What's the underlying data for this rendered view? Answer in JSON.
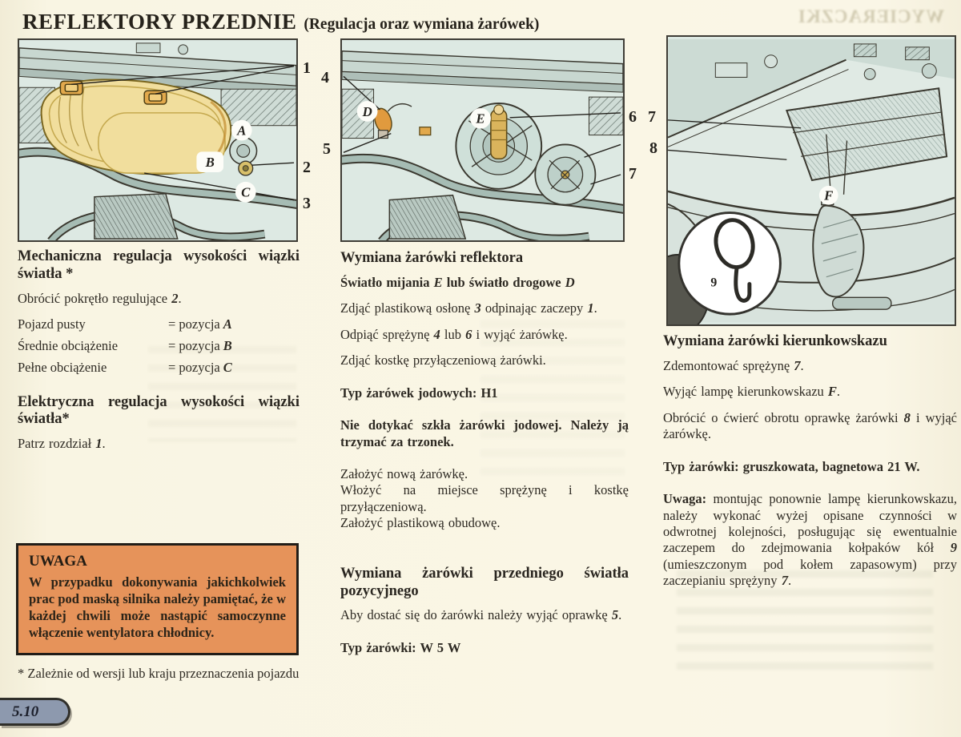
{
  "colors": {
    "paper": "#f9f5e3",
    "panel_bg": "#dde9e3",
    "ink": "#2e2a23",
    "cover_yellow": "#f1de9d",
    "clip_orange": "#e2a94c",
    "warning_orange": "#e6935a",
    "badge_blue": "#8d99ae"
  },
  "header": {
    "title": "REFLEKTORY PRZEDNIE",
    "subtitle": "(Regulacja oraz wymiana żarówek)",
    "ghost_title": "WYCIERACZKI"
  },
  "figures": {
    "fig1": {
      "callout_1": "1",
      "callout_2": "2",
      "callout_3": "3",
      "label_A": "A",
      "label_B": "B",
      "label_C": "C"
    },
    "fig2": {
      "callout_4": "4",
      "callout_5": "5",
      "callout_6": "6",
      "callout_7a": "7",
      "callout_8": "8",
      "callout_7b": "7",
      "label_D": "D",
      "label_E": "E"
    },
    "fig3": {
      "label_F": "F",
      "callout_9": "9"
    }
  },
  "col_left": {
    "heading1": "Mechaniczna regulacja wysokości wiązki światła *",
    "para1": [
      {
        "t": "Obrócić pokrętło regulujące "
      },
      {
        "t": "2",
        "s": "i"
      },
      {
        "t": "."
      }
    ],
    "rows": [
      {
        "label": "Pojazd pusty",
        "eq": "= pozycja",
        "letter": "A"
      },
      {
        "label": "Średnie obciążenie",
        "eq": "= pozycja",
        "letter": "B"
      },
      {
        "label": "Pełne obciążenie",
        "eq": "= pozycja",
        "letter": "C"
      }
    ],
    "heading2": "Elektryczna regulacja wysokości wiązki światła*",
    "para2": [
      {
        "t": "Patrz rozdział "
      },
      {
        "t": "1",
        "s": "i"
      },
      {
        "t": "."
      }
    ]
  },
  "warning_box": {
    "title": "UWAGA",
    "text": "W przypadku dokonywania jakichkolwiek prac pod maską silnika należy pamiętać, że w każdej chwili może nastąpić samoczynne włączenie wentylatora chłodnicy."
  },
  "footnote": "* Zależnie od wersji lub kraju przeznaczenia pojazdu",
  "page_badge": "5.10",
  "col_mid": {
    "heading1": "Wymiana żarówki reflektora",
    "subheading": [
      {
        "t": "Światło mijania "
      },
      {
        "t": "E",
        "s": "i"
      },
      {
        "t": " lub światło drogowe "
      },
      {
        "t": "D",
        "s": "i"
      }
    ],
    "para1": [
      {
        "t": "Zdjąć plastikową osłonę "
      },
      {
        "t": "3",
        "s": "i"
      },
      {
        "t": " odpinając zaczepy "
      },
      {
        "t": "1",
        "s": "i"
      },
      {
        "t": "."
      }
    ],
    "para2": [
      {
        "t": "Odpiąć sprężynę "
      },
      {
        "t": "4",
        "s": "i"
      },
      {
        "t": " lub "
      },
      {
        "t": "6",
        "s": "i"
      },
      {
        "t": " i wyjąć żarówkę."
      }
    ],
    "para3": "Zdjąć kostkę przyłączeniową żarówki.",
    "bold1": "Typ żarówek jodowych: H1",
    "bold2": "Nie dotykać szkła żarówki jodowej. Należy ją trzymać za trzonek.",
    "para4": "Założyć nową żarówkę.",
    "para5": "Włożyć na miejsce sprężynę i kostkę przyłączeniową.",
    "para6": "Założyć plastikową obudowę.",
    "heading2": "Wymiana żarówki przedniego światła pozycyjnego",
    "para7": [
      {
        "t": "Aby dostać się do żarówki należy wyjąć oprawkę "
      },
      {
        "t": "5",
        "s": "i"
      },
      {
        "t": "."
      }
    ],
    "bold3": "Typ żarówki: W 5 W"
  },
  "col_right": {
    "heading1": "Wymiana żarówki kierunkowskazu",
    "para1": [
      {
        "t": "Zdemontować sprężynę "
      },
      {
        "t": "7",
        "s": "i"
      },
      {
        "t": "."
      }
    ],
    "para2": [
      {
        "t": "Wyjąć lampę kierunkowskazu "
      },
      {
        "t": "F",
        "s": "bi"
      },
      {
        "t": "."
      }
    ],
    "para3": [
      {
        "t": "Obrócić o ćwierć obrotu oprawkę żarówki "
      },
      {
        "t": "8",
        "s": "i"
      },
      {
        "t": " i wyjąć żarówkę."
      }
    ],
    "bold1": "Typ żarówki: gruszkowata, bagnetowa 21 W.",
    "note": [
      {
        "t": "Uwaga:",
        "s": "b"
      },
      {
        "t": " montując ponownie lampę kierunkowskazu, należy wykonać wyżej opisane czynności w odwrotnej kolejności, posługując się ewentualnie zaczepem do zdejmowania kołpaków kół "
      },
      {
        "t": "9",
        "s": "i"
      },
      {
        "t": " (umieszczonym pod kołem zapasowym) przy zaczepianiu sprężyny "
      },
      {
        "t": "7",
        "s": "i"
      },
      {
        "t": "."
      }
    ]
  }
}
